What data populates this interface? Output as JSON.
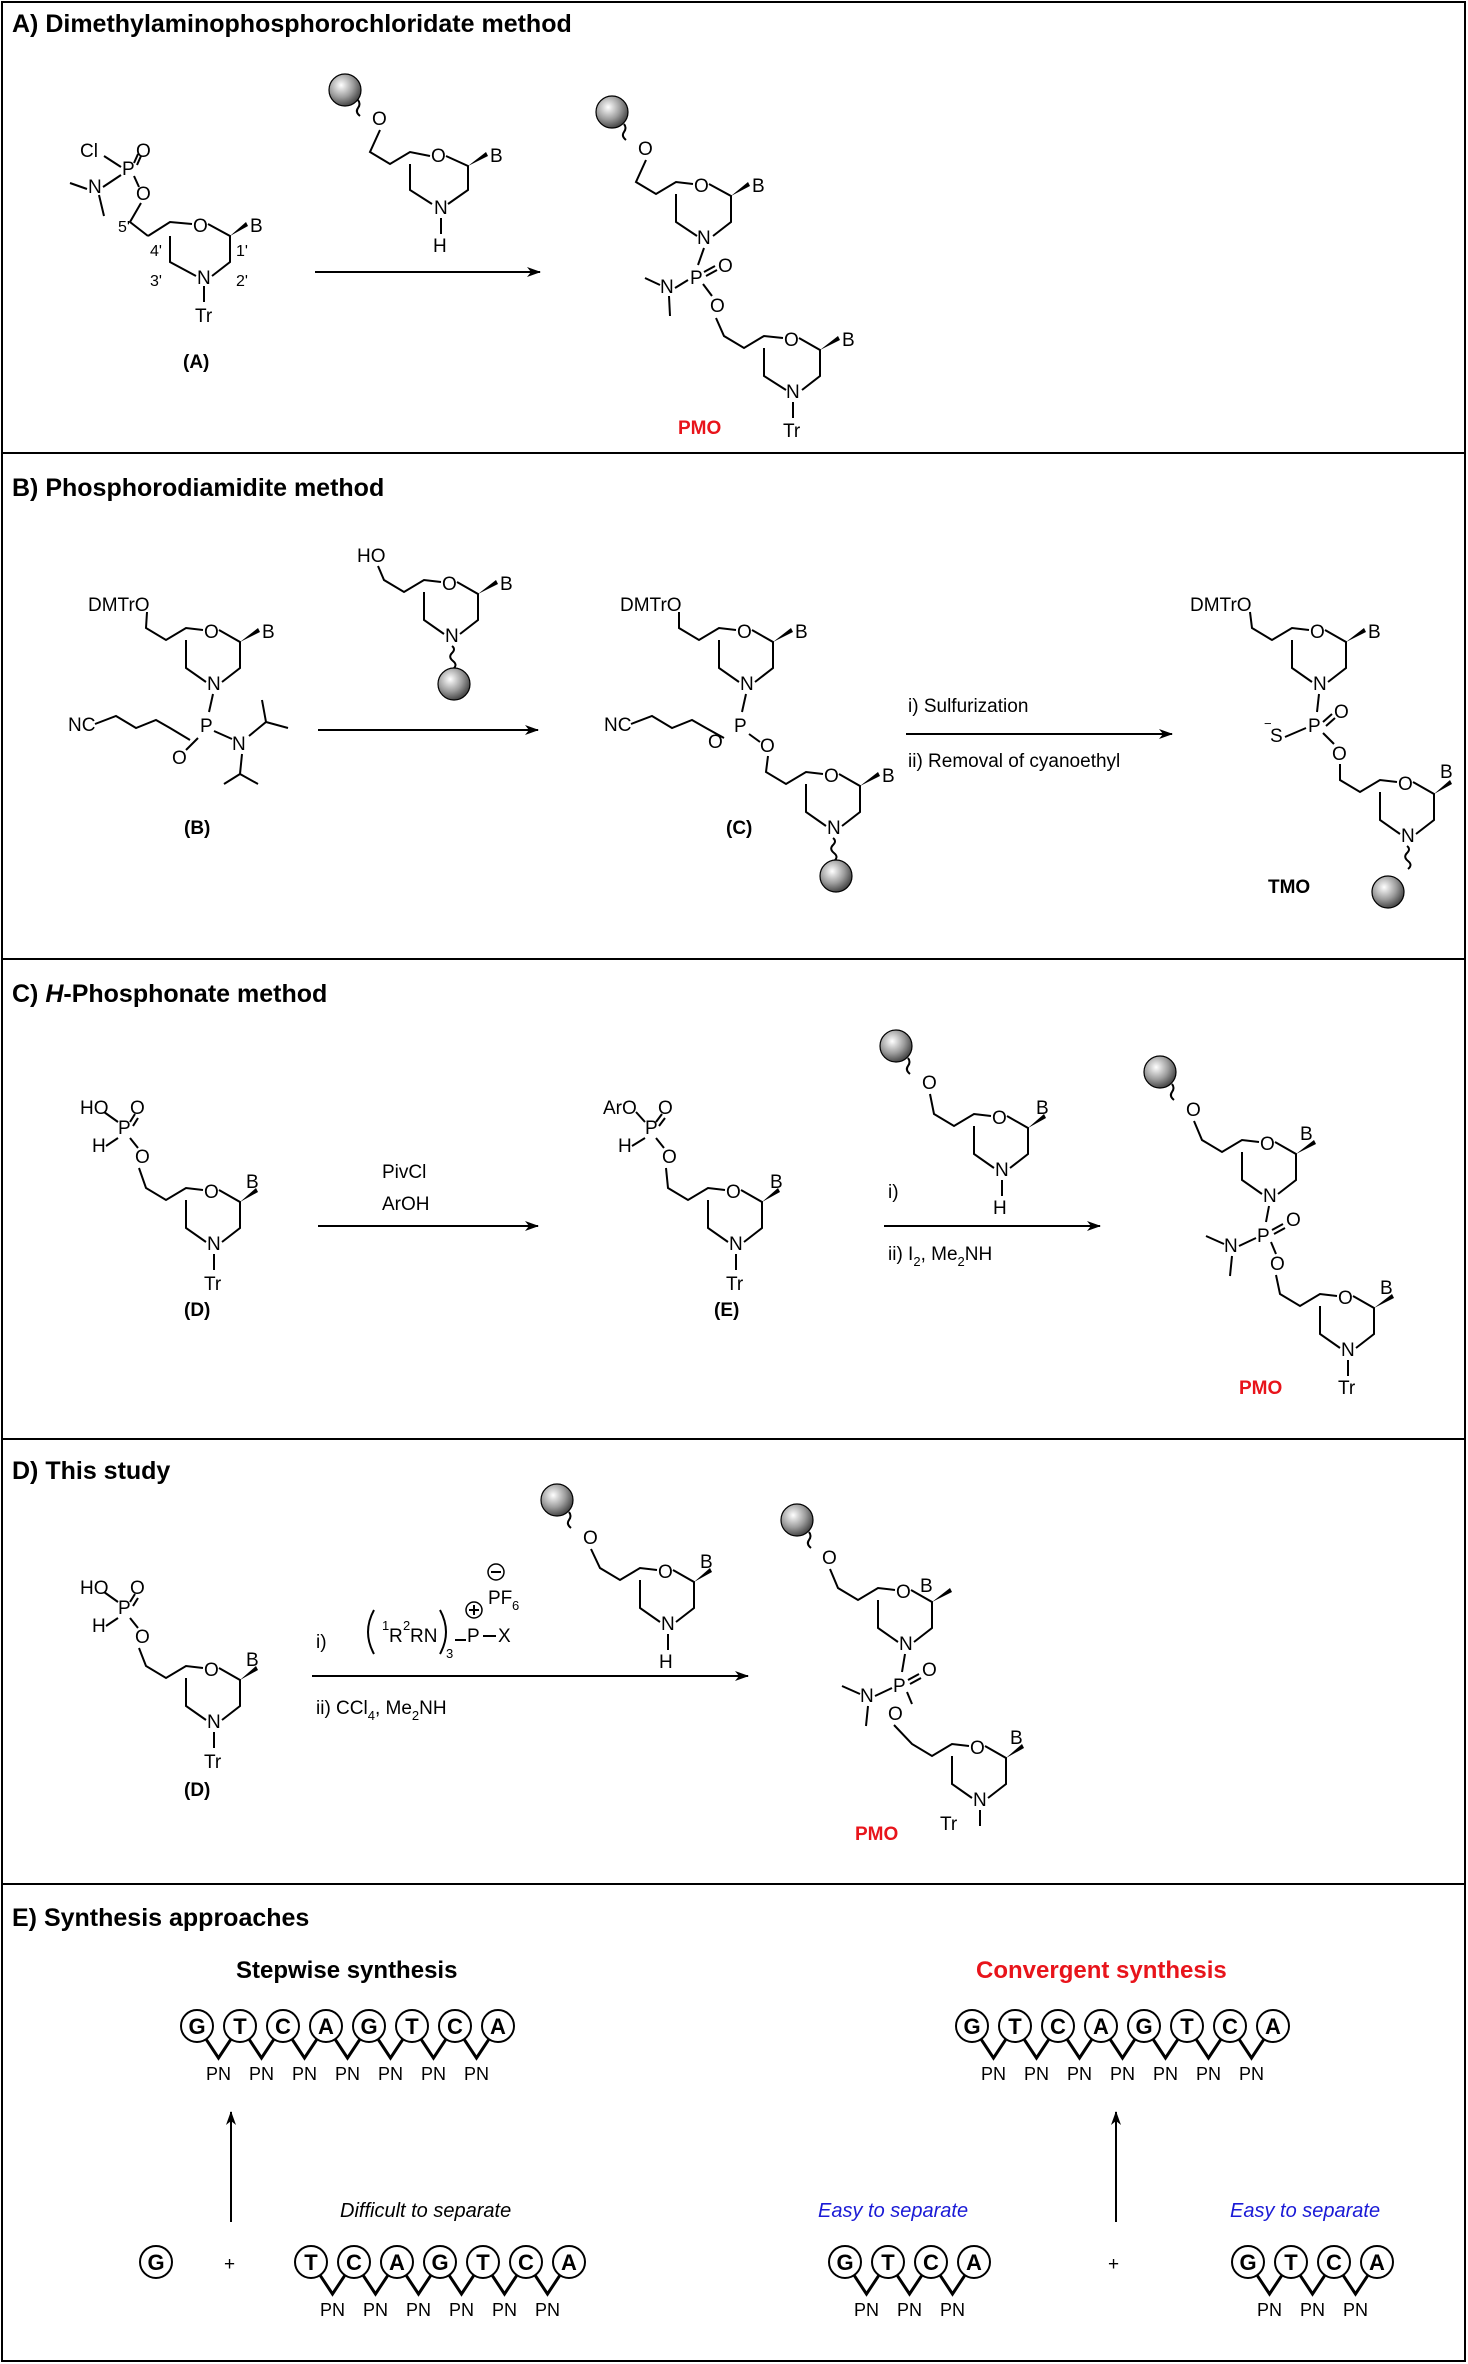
{
  "panels": {
    "a": {
      "heading": "A) Dimethylaminophosphorochloridate method",
      "compound_a": "(A)",
      "product": "PMO",
      "positions": [
        "5'",
        "4'",
        "1'",
        "3'",
        "2'"
      ]
    },
    "b": {
      "heading": "B) Phosphorodiamidite method",
      "compound_b": "(B)",
      "compound_c": "(C)",
      "cond_1": "i) Sulfurization",
      "cond_2": "ii) Removal of cyanoethyl",
      "product": "TMO"
    },
    "c": {
      "heading_italic": "H",
      "heading_rest": "-Phosphonate method",
      "heading_prefix": "C) ",
      "compound_d": "(D)",
      "compound_e": "(E)",
      "cond_1": "PivCl",
      "cond_2": "ArOH",
      "cond_3": "i)",
      "cond_4": "ii) I2, Me2NH",
      "product": "PMO"
    },
    "d": {
      "heading": "D) This study",
      "compound_d": "(D)",
      "cond_1": "i)",
      "cond_2": "ii) CCl4, Me2NH",
      "product": "PMO"
    },
    "e": {
      "heading": "E) Synthesis approaches",
      "stepwise_title": "Stepwise synthesis",
      "convergent_title": "Convergent synthesis",
      "difficult": "Difficult to separate",
      "easy_1": "Easy to separate",
      "easy_2": "Easy to separate",
      "plus": "+",
      "linker": "PN",
      "stepwise_product": [
        "G",
        "T",
        "C",
        "A",
        "G",
        "T",
        "C",
        "A"
      ],
      "stepwise_monomer": [
        "G"
      ],
      "stepwise_fragment": [
        "T",
        "C",
        "A",
        "G",
        "T",
        "C",
        "A"
      ],
      "convergent_product": [
        "G",
        "T",
        "C",
        "A",
        "G",
        "T",
        "C",
        "A"
      ],
      "convergent_frag_1": [
        "G",
        "T",
        "C",
        "A"
      ],
      "convergent_frag_2": [
        "G",
        "T",
        "C",
        "A"
      ]
    }
  },
  "colors": {
    "highlight": "#e8141b",
    "link_blue": "#1a1ad6"
  }
}
